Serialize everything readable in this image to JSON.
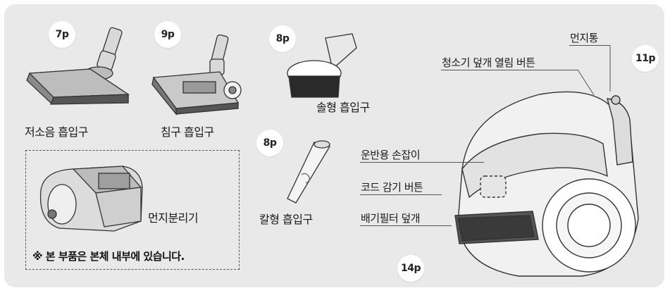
{
  "badges": {
    "low_noise": "7p",
    "bedding": "9p",
    "brush": "8p",
    "crevice": "8p",
    "dust_bin": "11p",
    "body": "14p"
  },
  "accessories": {
    "low_noise_nozzle": "저소음 흡입구",
    "bedding_nozzle": "침구 흡입구",
    "brush_nozzle": "솔형 흡입구",
    "crevice_nozzle": "칼형 흡입구",
    "dust_separator": "먼지분리기"
  },
  "notice": "※ 본 부품은 본체 내부에 있습니다.",
  "callouts": {
    "dust_bin": "먼지통",
    "cover_open_button": "청소기 덮개 열림 버튼",
    "carry_handle": "운반용 손잡이",
    "cord_rewind_button": "코드 감기 버튼",
    "exhaust_filter_cover": "배기필터 덮개"
  },
  "colors": {
    "panel_bg": "#e9e9e9",
    "badge_bg": "#ffffff",
    "line": "#555555"
  }
}
